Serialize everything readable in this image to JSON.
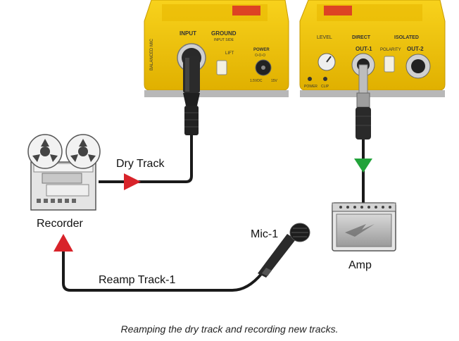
{
  "labels": {
    "dry_track": "Dry Track",
    "recorder": "Recorder",
    "mic": "Mic-1",
    "amp": "Amp",
    "reamp_track": "Reamp Track-1",
    "caption": "Reamping the dry track and recording new tracks."
  },
  "left_unit": {
    "input": "INPUT",
    "ground": "GROUND",
    "input_sub": "INPUT SIDE",
    "lift": "LIFT",
    "power": "POWER",
    "power_sub": "O-O-O",
    "side": "BALANCED MIC",
    "bottom_a": "1.5VDC",
    "bottom_b": "15V"
  },
  "right_unit": {
    "level": "LEVEL",
    "direct": "DIRECT",
    "isolated": "ISOLATED",
    "out1": "OUT-1",
    "polarity": "POLARITY",
    "out2": "OUT-2",
    "power_led": "POWER",
    "clip_led": "CLIP"
  },
  "colors": {
    "housing": "#f2c40f",
    "housing_dark": "#d9a800",
    "cable": "#1a1a1a",
    "arrow_red": "#d8232a",
    "arrow_green": "#22a33a"
  }
}
